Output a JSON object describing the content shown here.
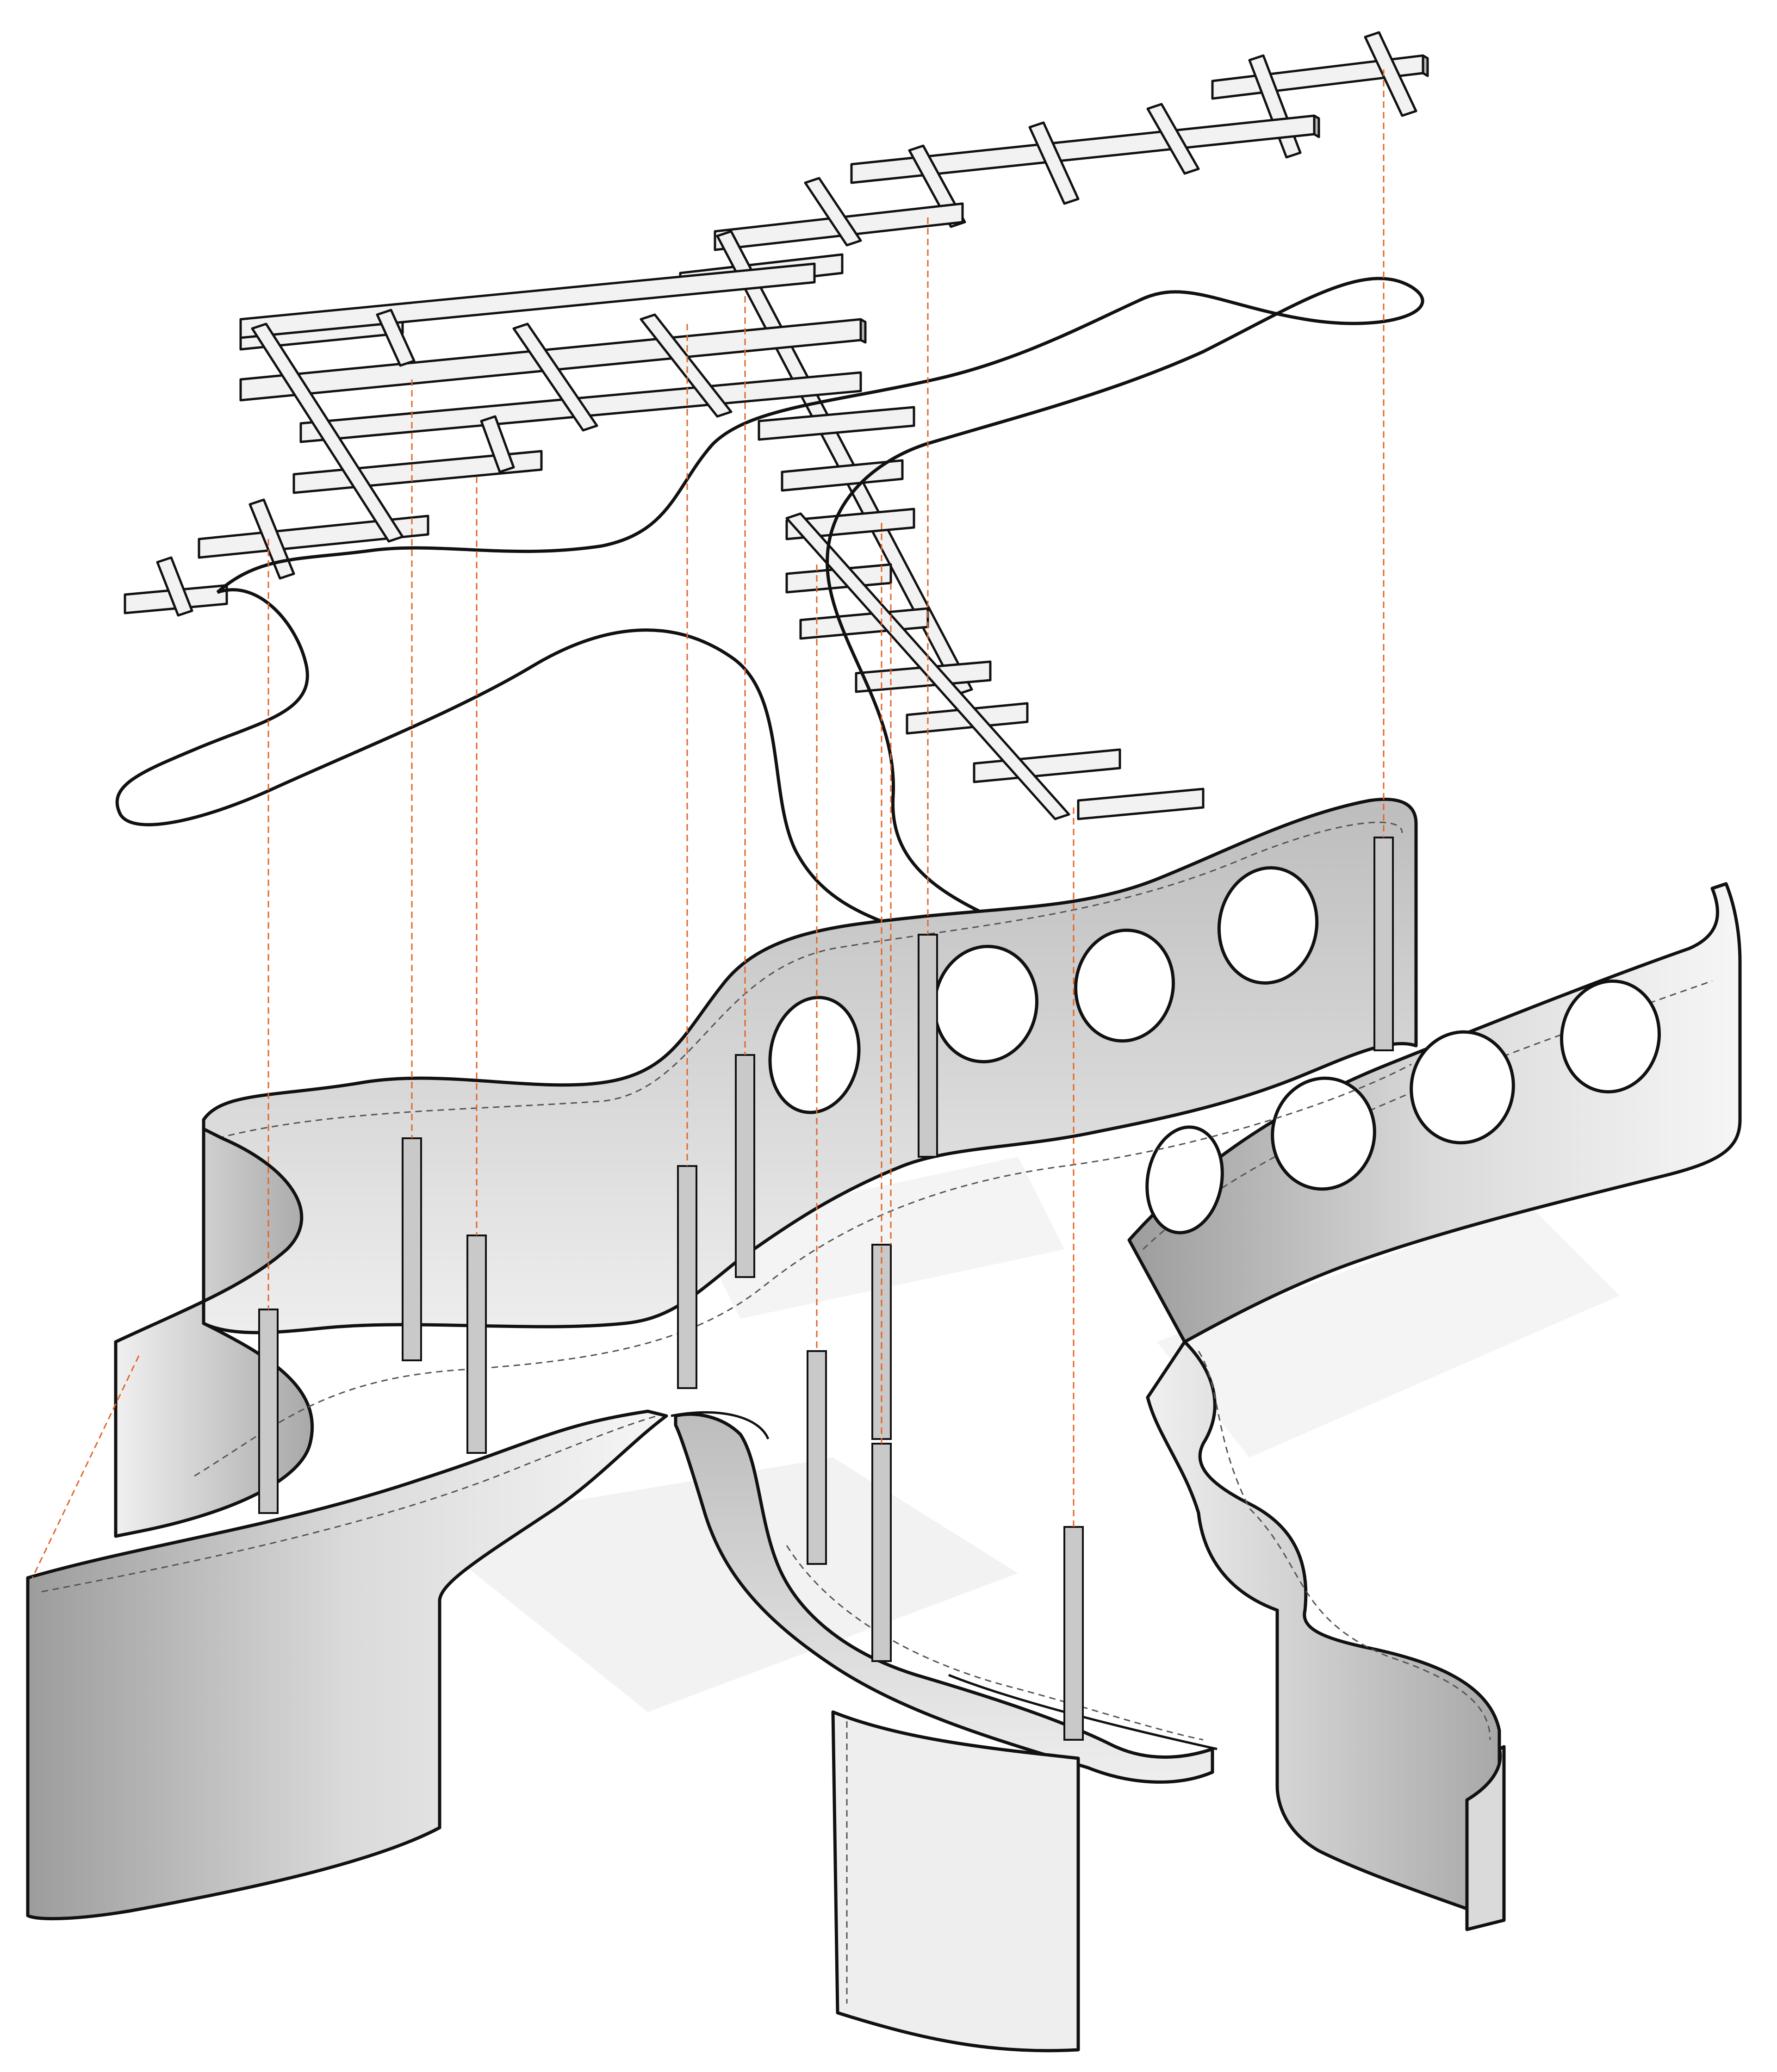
{
  "diagram": {
    "type": "exploded-axonometric",
    "labels": [],
    "colors": {
      "outline": "#111111",
      "wall_fill": "#d0d0d0",
      "beam_fill": "#f2f2f2",
      "guide_line": "#e0662a",
      "background": "#ffffff"
    },
    "layers": [
      {
        "id": "roof-beams",
        "count": 28
      },
      {
        "id": "roof-slab",
        "count": 1
      },
      {
        "id": "curved-walls",
        "count": 5
      },
      {
        "id": "wall-openings",
        "count": 8
      },
      {
        "id": "columns",
        "count": 11
      },
      {
        "id": "alignment-guides",
        "count": 11
      }
    ]
  }
}
